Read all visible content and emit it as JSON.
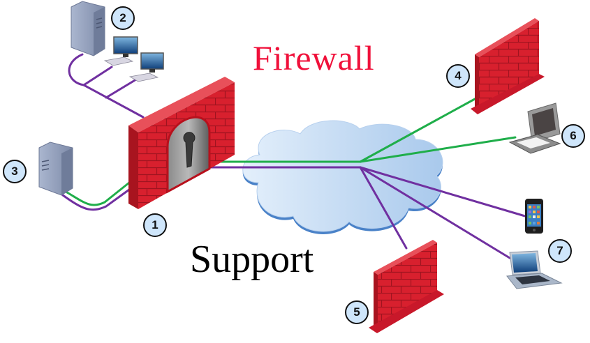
{
  "diagram": {
    "title": "Firewall",
    "subtitle": "Support",
    "colors": {
      "title": "#f0103a",
      "subtitle": "#000000",
      "badge_fill": "#cfe6fb",
      "badge_border": "#111111",
      "link_green": "#1fae4a",
      "link_purple": "#7030a0",
      "brick": "#d8202e",
      "brick_dark": "#a8141f",
      "cloud": "#c4dcf3",
      "cloud_edge": "#4a82c8"
    },
    "nodes": [
      {
        "id": "1",
        "label": "1",
        "type": "firewall-gateway"
      },
      {
        "id": "2",
        "label": "2",
        "type": "server-with-workstations"
      },
      {
        "id": "3",
        "label": "3",
        "type": "server"
      },
      {
        "id": "4",
        "label": "4",
        "type": "firewall"
      },
      {
        "id": "5",
        "label": "5",
        "type": "firewall"
      },
      {
        "id": "6",
        "label": "6",
        "type": "laptop"
      },
      {
        "id": "7",
        "label": "7",
        "type": "laptop"
      },
      {
        "id": "phone",
        "label": "",
        "type": "smartphone"
      },
      {
        "id": "cloud",
        "label": "",
        "type": "internet-cloud"
      }
    ],
    "links": [
      {
        "from": "2",
        "to": "1",
        "color": "purple"
      },
      {
        "from": "3",
        "to": "1",
        "color": "green"
      },
      {
        "from": "3",
        "to": "1",
        "color": "purple"
      },
      {
        "from": "1",
        "to": "cloud",
        "color": "green"
      },
      {
        "from": "1",
        "to": "cloud",
        "color": "purple"
      },
      {
        "from": "cloud",
        "to": "4",
        "color": "green"
      },
      {
        "from": "cloud",
        "to": "6",
        "color": "green"
      },
      {
        "from": "cloud",
        "to": "phone",
        "color": "purple"
      },
      {
        "from": "cloud",
        "to": "7",
        "color": "purple"
      },
      {
        "from": "cloud",
        "to": "5",
        "color": "purple"
      }
    ]
  }
}
